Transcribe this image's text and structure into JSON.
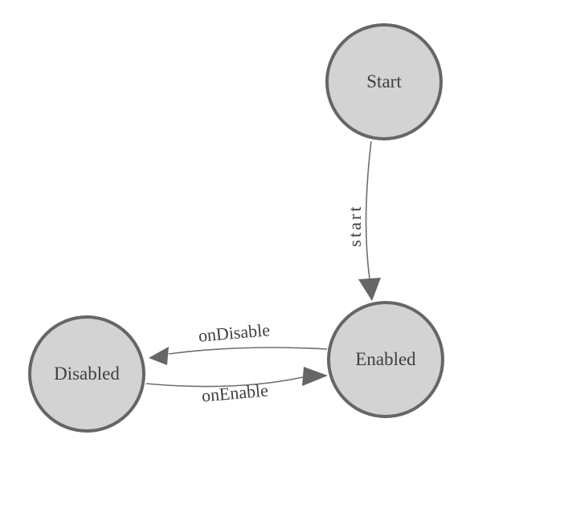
{
  "diagram": {
    "type": "state-machine",
    "background": "#ffffff",
    "colors": {
      "node_fill": "#d3d3d3",
      "node_stroke": "#666666",
      "edge_stroke": "#6e6e6e",
      "arrow_fill": "#666666",
      "label_color": "#3f3f3f"
    },
    "nodes": [
      {
        "id": "start",
        "label": "Start"
      },
      {
        "id": "enabled",
        "label": "Enabled"
      },
      {
        "id": "disabled",
        "label": "Disabled"
      }
    ],
    "edges": [
      {
        "id": "start-to-enabled",
        "label": "start",
        "from": "Start",
        "to": "Enabled"
      },
      {
        "id": "enabled-to-disabled",
        "label": "onDisable",
        "from": "Enabled",
        "to": "Disabled"
      },
      {
        "id": "disabled-to-enabled",
        "label": "onEnable",
        "from": "Disabled",
        "to": "Enabled"
      }
    ]
  }
}
